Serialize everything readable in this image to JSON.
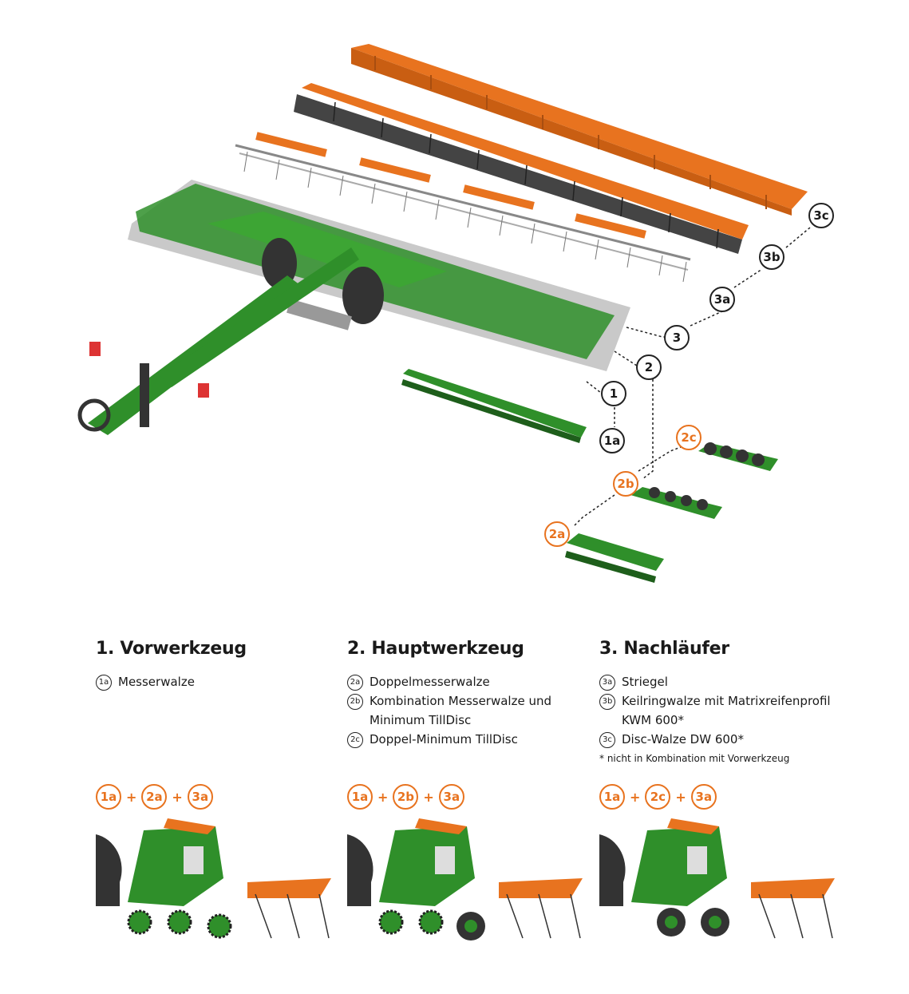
{
  "callouts": {
    "c3c": "3c",
    "c3b": "3b",
    "c3a": "3a",
    "c3": "3",
    "c2": "2",
    "c1": "1",
    "c1a": "1a",
    "c2c": "2c",
    "c2b": "2b",
    "c2a": "2a"
  },
  "columns": [
    {
      "title": "1. Vorwerkzeug",
      "items": [
        {
          "badge": "1a",
          "text": "Messerwalze"
        }
      ],
      "combo": [
        "1a",
        "2a",
        "3a"
      ]
    },
    {
      "title": "2. Hauptwerkzeug",
      "items": [
        {
          "badge": "2a",
          "text": "Doppelmesserwalze"
        },
        {
          "badge": "2b",
          "text": "Kombination Messerwalze und Minimum TillDisc"
        },
        {
          "badge": "2c",
          "text": "Doppel-Minimum TillDisc"
        }
      ],
      "combo": [
        "1a",
        "2b",
        "3a"
      ]
    },
    {
      "title": "3. Nachläufer",
      "items": [
        {
          "badge": "3a",
          "text": "Striegel"
        },
        {
          "badge": "3b",
          "text": "Keilringwalze mit Matrixreifenprofil KWM 600*"
        },
        {
          "badge": "3c",
          "text": "Disc-Walze DW 600*"
        }
      ],
      "note": "* nicht in Kombination mit Vorwerkzeug",
      "combo": [
        "1a",
        "2c",
        "3a"
      ]
    }
  ],
  "plus": "+",
  "colors": {
    "green": "#2f8f2a",
    "orange": "#e8731f",
    "grey": "#b8b8b8",
    "dark": "#333333"
  }
}
